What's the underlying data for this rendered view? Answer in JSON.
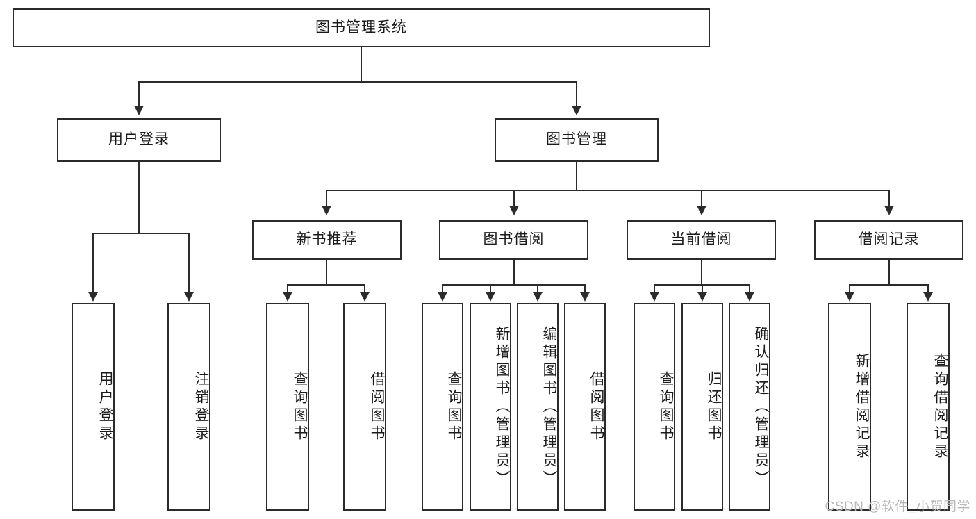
{
  "diagram": {
    "type": "hierarchy-tree",
    "title": "图书管理系统",
    "root": {
      "label": "图书管理系统"
    },
    "level2": [
      {
        "id": "user-login",
        "label": "用户登录"
      },
      {
        "id": "book-management",
        "label": "图书管理"
      }
    ],
    "level3": [
      {
        "id": "new-book-recommend",
        "label": "新书推荐",
        "parent": "book-management"
      },
      {
        "id": "book-borrow",
        "label": "图书借阅",
        "parent": "book-management"
      },
      {
        "id": "current-borrow",
        "label": "当前借阅",
        "parent": "book-management"
      },
      {
        "id": "borrow-record",
        "label": "借阅记录",
        "parent": "book-management"
      }
    ],
    "leaves": [
      {
        "id": "leaf-user-login",
        "label": "用户登录",
        "parent": "user-login"
      },
      {
        "id": "leaf-logout-login",
        "label": "注销登录",
        "parent": "user-login"
      },
      {
        "id": "leaf-query-book-1",
        "label": "查询图书",
        "parent": "new-book-recommend"
      },
      {
        "id": "leaf-borrow-book-1",
        "label": "借阅图书",
        "parent": "new-book-recommend"
      },
      {
        "id": "leaf-query-book-2",
        "label": "查询图书",
        "parent": "book-borrow"
      },
      {
        "id": "leaf-add-book",
        "label": "新增图书（管理员）",
        "parent": "book-borrow"
      },
      {
        "id": "leaf-edit-book",
        "label": "编辑图书（管理员）",
        "parent": "book-borrow"
      },
      {
        "id": "leaf-borrow-book-2",
        "label": "借阅图书",
        "parent": "book-borrow"
      },
      {
        "id": "leaf-query-book-3",
        "label": "查询图书",
        "parent": "current-borrow"
      },
      {
        "id": "leaf-return-book",
        "label": "归还图书",
        "parent": "current-borrow"
      },
      {
        "id": "leaf-confirm-return",
        "label": "确认归还（管理员）",
        "parent": "current-borrow"
      },
      {
        "id": "leaf-add-record",
        "label": "新增借阅记录",
        "parent": "borrow-record"
      },
      {
        "id": "leaf-query-record",
        "label": "查询借阅记录",
        "parent": "borrow-record"
      }
    ]
  },
  "watermark": {
    "text": "CSDN @软件_小贺同学"
  },
  "colors": {
    "stroke": "#2b2b2b",
    "background": "#ffffff",
    "text": "#1b1b1b",
    "watermark": "#b9b9b9"
  }
}
